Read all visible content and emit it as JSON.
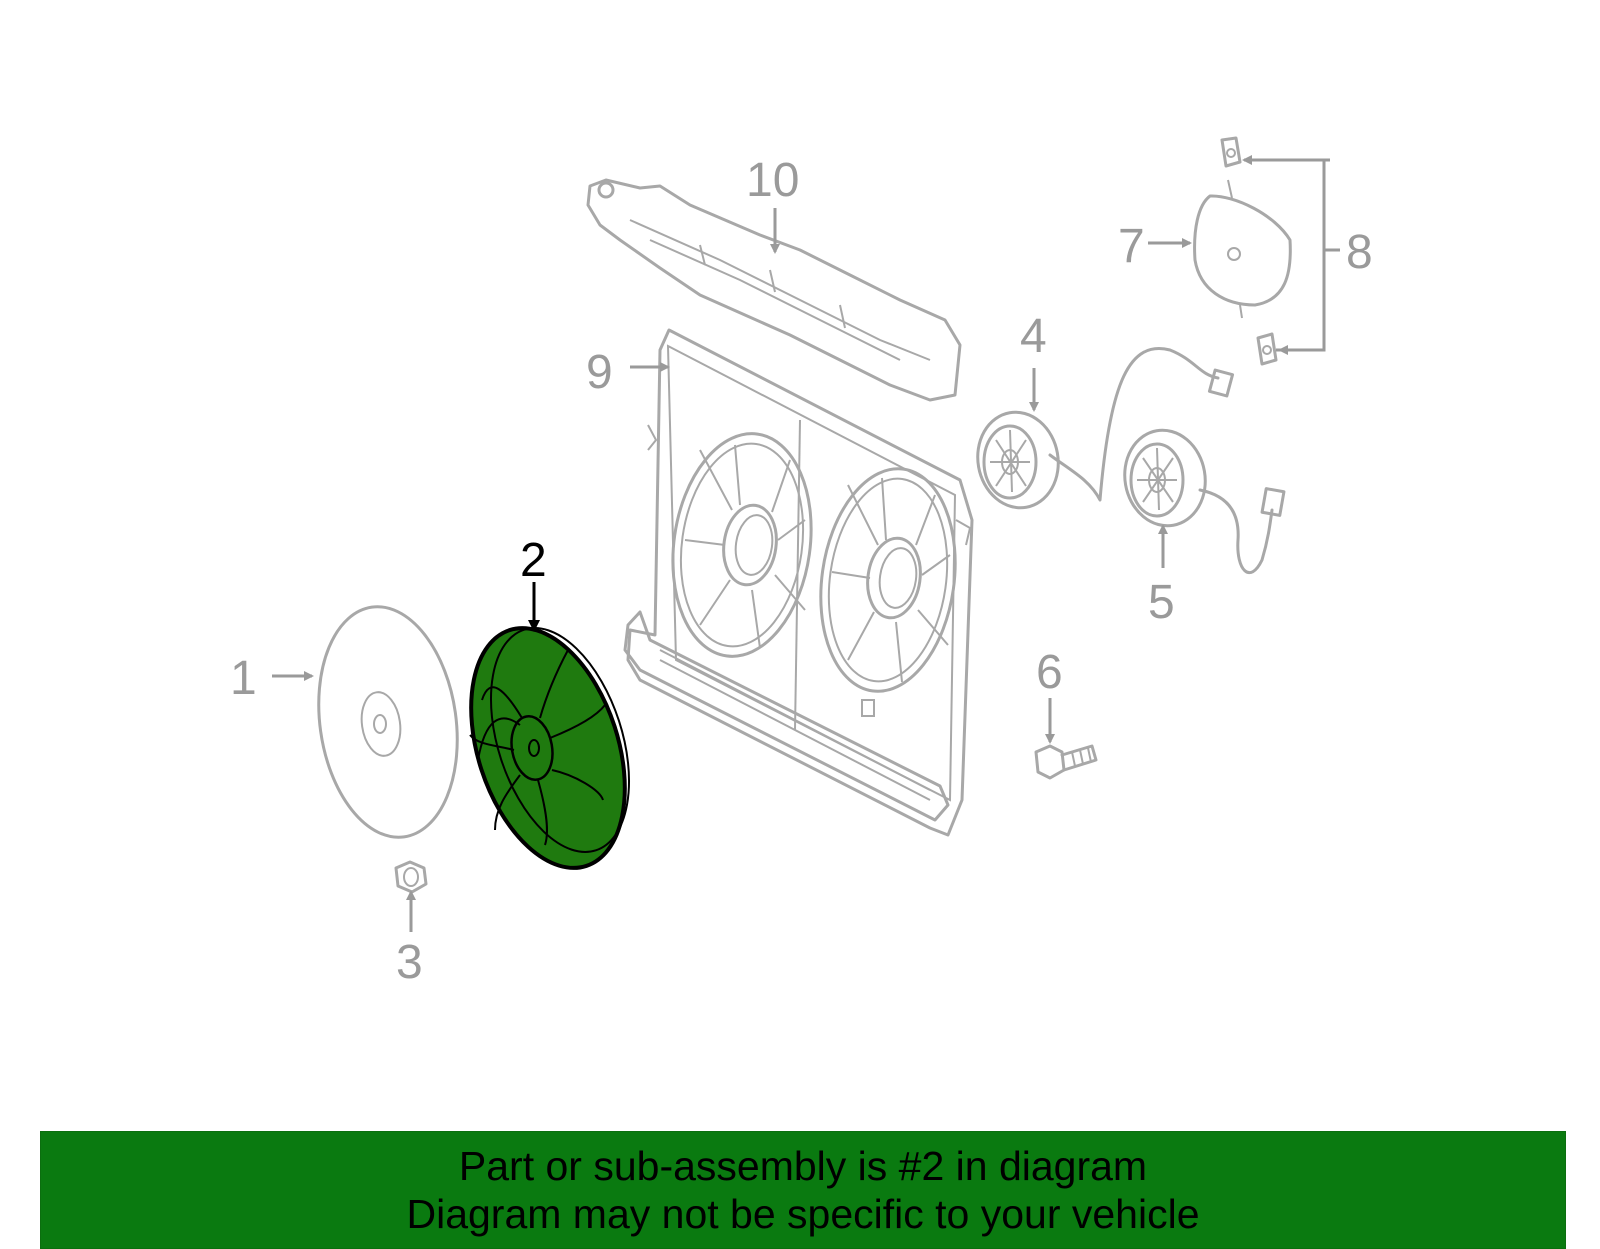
{
  "callouts": {
    "c1": "1",
    "c2": "2",
    "c3": "3",
    "c4": "4",
    "c5": "5",
    "c6": "6",
    "c7": "7",
    "c8": "8",
    "c9": "9",
    "c10": "10"
  },
  "selected_part": "2",
  "colors": {
    "highlight_fill": "#1f7a0f",
    "highlight_stroke": "#000000",
    "part_stroke": "#a8a8a8",
    "banner_bg": "#0a7a10"
  },
  "banner": {
    "line1": "Part or sub-assembly is #2 in diagram",
    "line2": "Diagram may not be specific to your vehicle"
  }
}
